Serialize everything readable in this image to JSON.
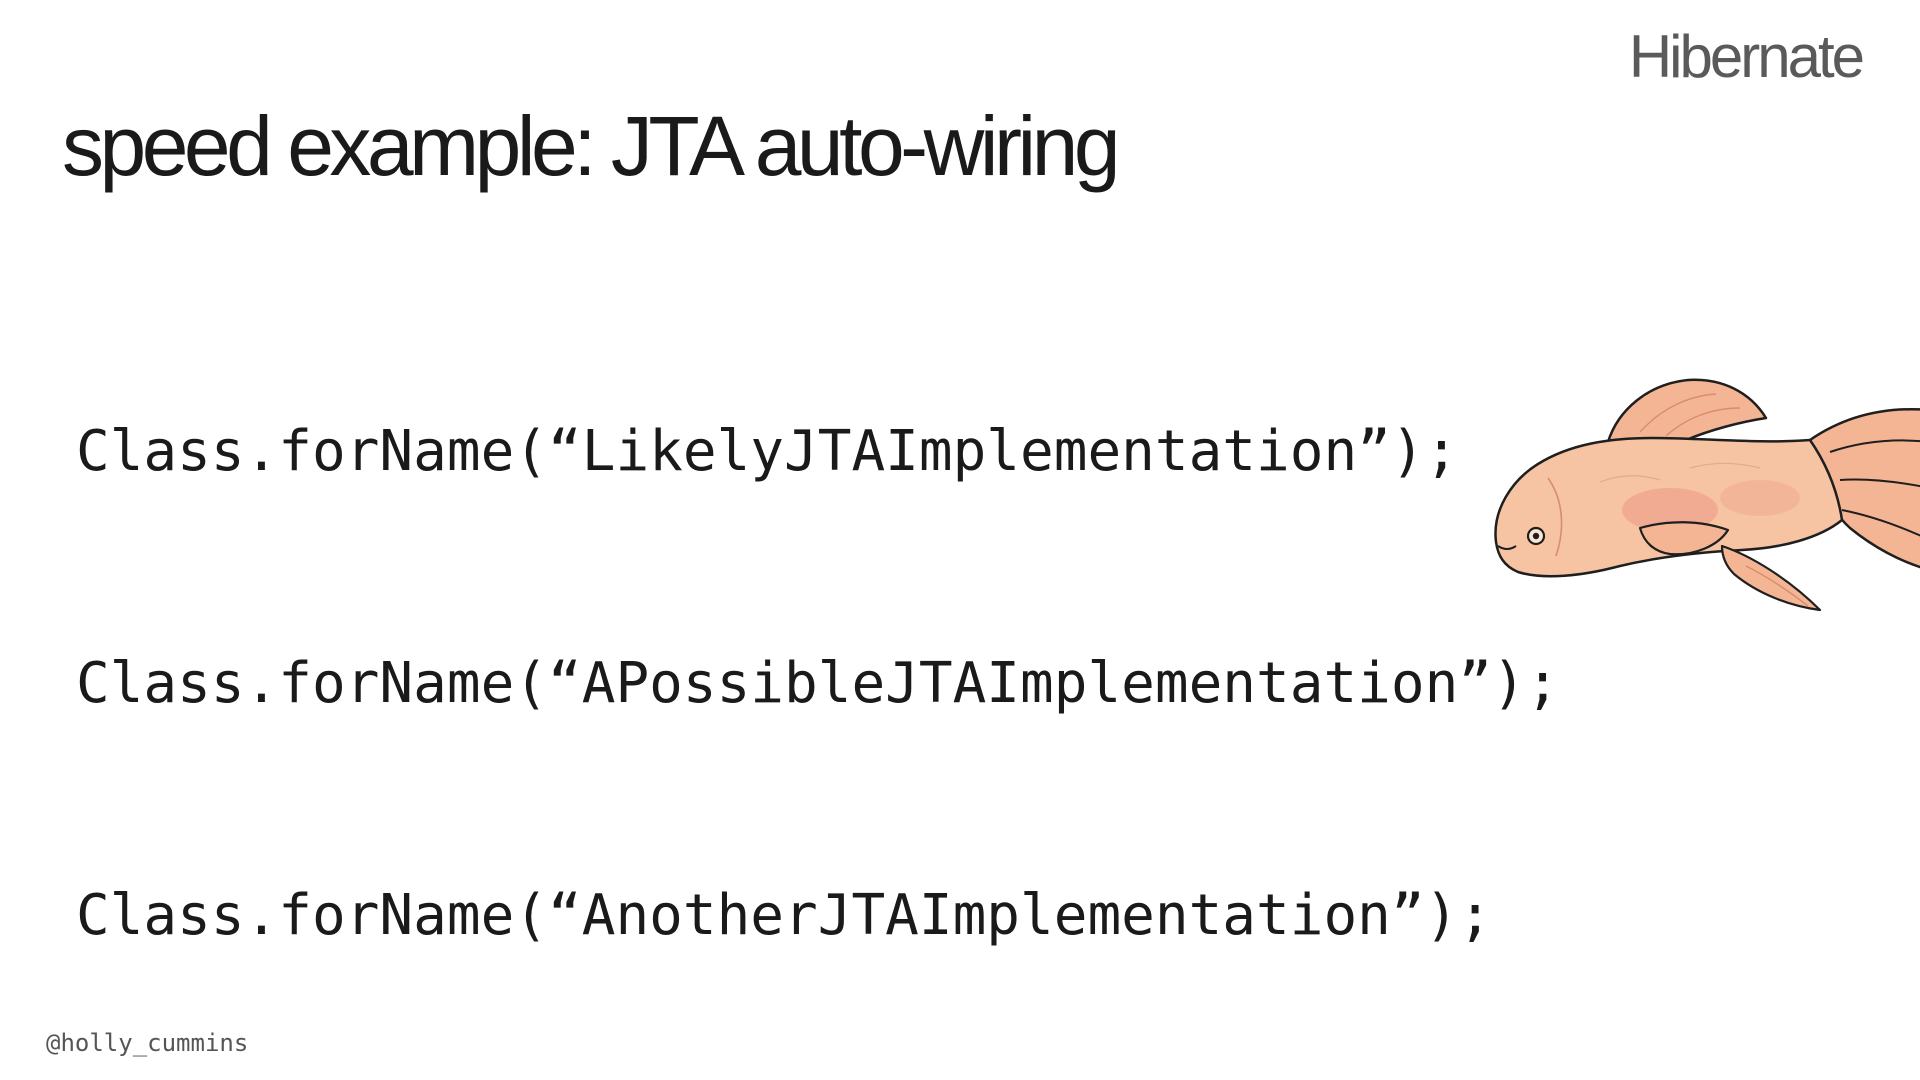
{
  "header": {
    "brand": "Hibernate"
  },
  "slide": {
    "title": "speed example: JTA auto-wiring"
  },
  "code": {
    "lines": [
      "Class.forName(“LikelyJTAImplementation”);",
      "Class.forName(“APossibleJTAImplementation”);",
      "Class.forName(“AnotherJTAImplementation”);"
    ]
  },
  "footer": {
    "handle": "@holly_cummins"
  },
  "illustration": {
    "icon": "goldfish-illustration",
    "colors": {
      "body": "#f6c4a2",
      "fin": "#f4b594",
      "blush": "#ec8f7f",
      "outline": "#1f1f1f"
    }
  }
}
